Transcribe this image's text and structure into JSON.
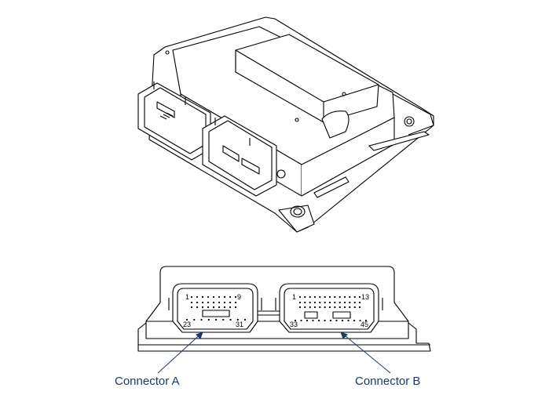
{
  "callouts": {
    "connector_a": "Connector A",
    "connector_b": "Connector B"
  },
  "pin_labels": {
    "a_top_left": "1",
    "a_top_right": "9",
    "a_bottom_left": "23",
    "a_bottom_right": "31",
    "b_top_left": "1",
    "b_top_right": "13",
    "b_bottom_left": "33",
    "b_bottom_right": "45"
  },
  "colors": {
    "line": "#000000",
    "callout_text": "#1a3a6b",
    "leader": "#1a3a6b"
  }
}
